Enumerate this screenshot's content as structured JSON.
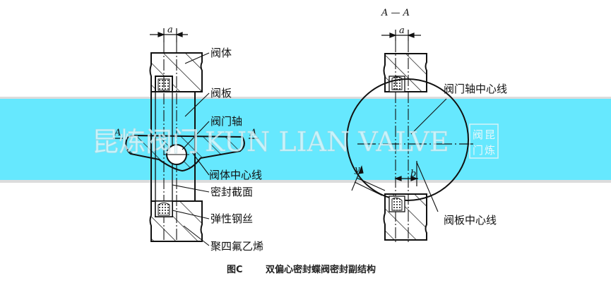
{
  "figure": {
    "caption_number": "图C",
    "caption_title": "双偏心密封蝶阀密封副结构"
  },
  "watermark": {
    "cn_text": "昆炼阀门",
    "en_text": "KUN  LIAN  VALVE",
    "seal_text": [
      "阀",
      "昆",
      "门",
      "炼"
    ],
    "band_color": "#66e8fe"
  },
  "left_view": {
    "dimension_label": "a",
    "section_marks": [
      "A",
      "A"
    ],
    "labels": [
      {
        "id": "valve-body",
        "text": "阀体"
      },
      {
        "id": "valve-disc",
        "text": "阀板"
      },
      {
        "id": "valve-stem",
        "text": "阀门轴"
      },
      {
        "id": "body-centerline",
        "text": "阀体中心线"
      },
      {
        "id": "seal-section",
        "text": "密封截面"
      },
      {
        "id": "elastic-steel-wire",
        "text": "弹性钢丝"
      },
      {
        "id": "ptfe",
        "text": "聚四氟乙烯"
      }
    ]
  },
  "right_view": {
    "section_title": "A — A",
    "dimension_a": "a",
    "dimension_b": "b",
    "dimension_y": "y",
    "labels": [
      {
        "id": "stem-centerline",
        "text": "阀门轴中心线"
      },
      {
        "id": "disc-centerline",
        "text": "阀板中心线"
      }
    ]
  }
}
